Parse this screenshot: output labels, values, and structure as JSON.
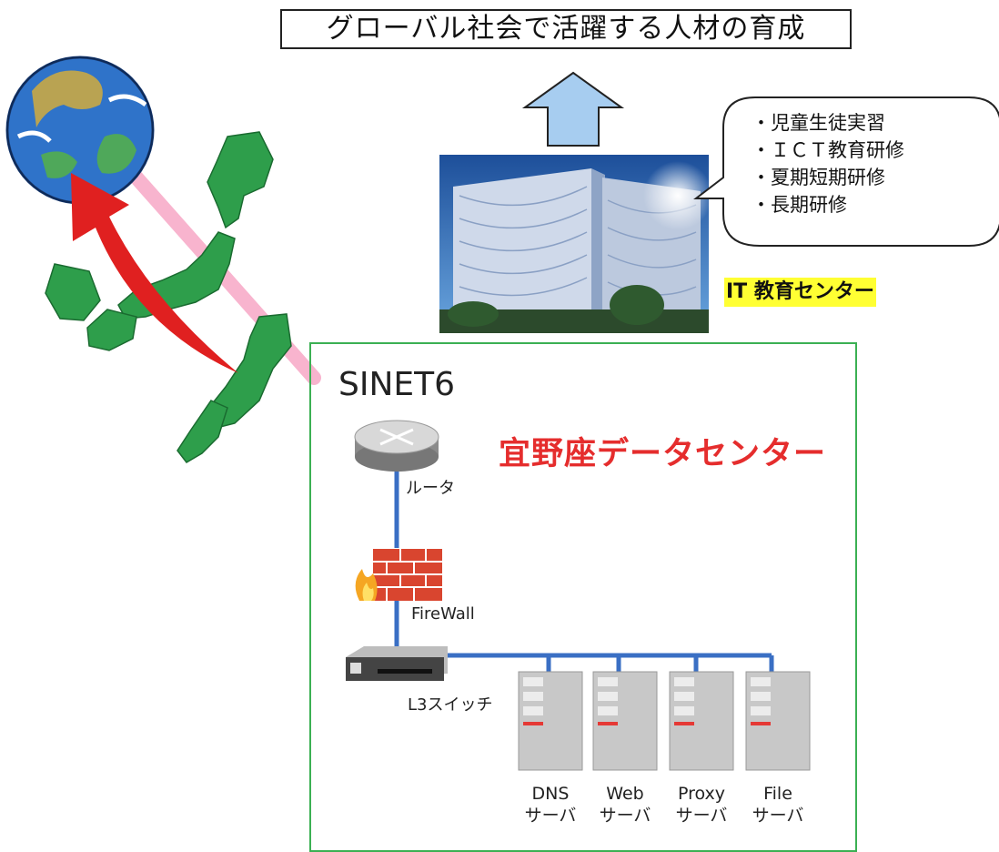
{
  "header": {
    "title": "グローバル社会で活躍する人材の育成"
  },
  "training": {
    "items": [
      "・児童生徒実習",
      "・ＩＣＴ教育研修",
      "・夏期短期研修",
      "・長期研修"
    ],
    "center_label": "IT 教育センター"
  },
  "datacenter": {
    "network": "SINET6",
    "title": "宜野座データセンター",
    "router_label": "ルータ",
    "firewall_label": "FireWall",
    "switch_label": "L3スイッチ",
    "servers": [
      {
        "name": "DNS",
        "type": "サーバ"
      },
      {
        "name": "Web",
        "type": "サーバ"
      },
      {
        "name": "Proxy",
        "type": "サーバ"
      },
      {
        "name": "File",
        "type": "サーバ"
      }
    ]
  },
  "colors": {
    "accent_red": "#e52d2d",
    "highlight": "#ffff33",
    "frame_green": "#3bb053",
    "link_blue": "#3a6fc4"
  }
}
